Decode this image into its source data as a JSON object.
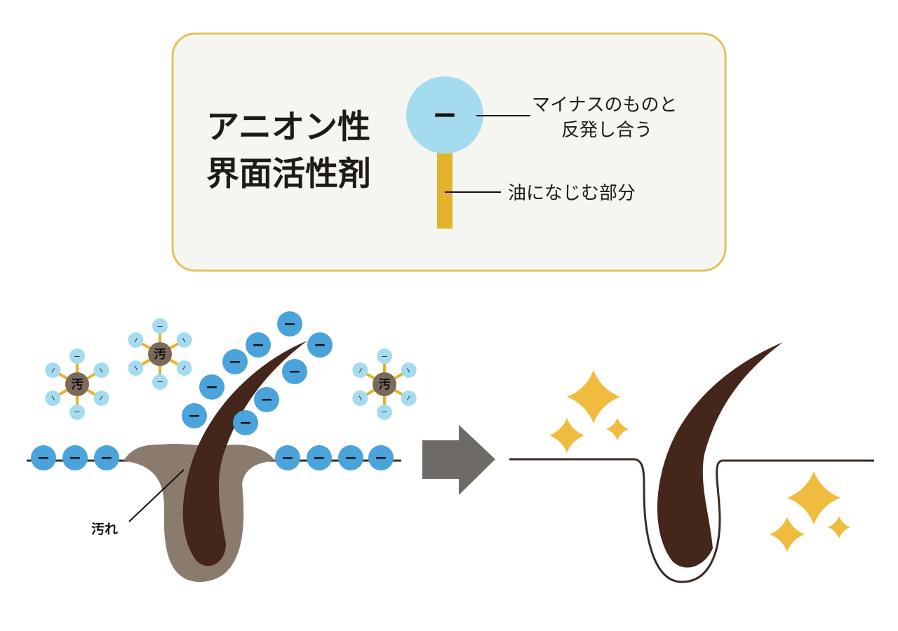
{
  "legend": {
    "title_line1": "アニオン性",
    "title_line2": "界面活性剤",
    "head_symbol": "−",
    "head_label_line1": "マイナスのものと",
    "head_label_line2": "反発し合う",
    "tail_label": "油になじむ部分"
  },
  "before": {
    "charge_symbol": "−",
    "small_charge_symbol": "−",
    "dirt_label": "汚",
    "dirt_callout": "汚れ"
  },
  "colors": {
    "panel_bg": "#f5f6f1",
    "panel_border": "#e3c15b",
    "head_light_blue": "#a5dbee",
    "charge_blue": "#4aa3da",
    "tail_yellow": "#e3b42b",
    "hair_brown": "#45261b",
    "dirt_brown": "#8a7b6d",
    "dirt_circle": "#7a6a5b",
    "arrow_gray": "#6e6a66",
    "sparkle_gold": "#f0bc3f",
    "line_dark": "#3a2a26"
  }
}
